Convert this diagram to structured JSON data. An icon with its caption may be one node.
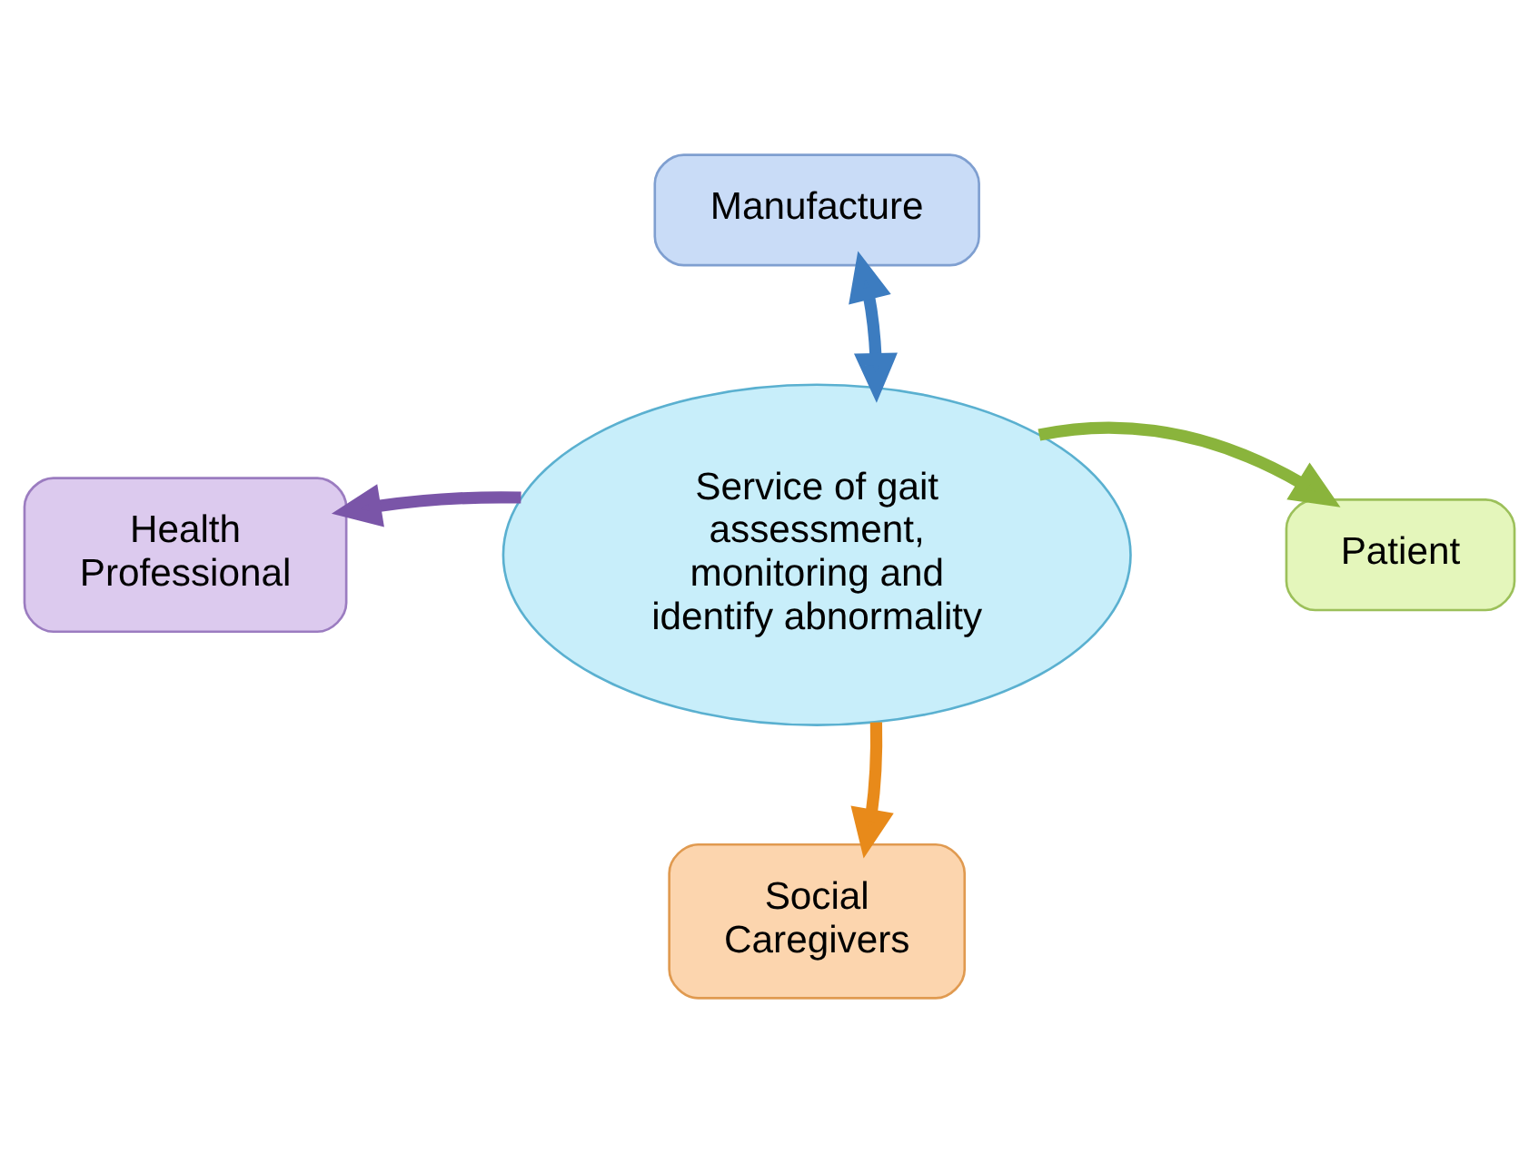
{
  "diagram": {
    "nodes": [
      {
        "text": [
          "Manufacture"
        ]
      },
      {
        "text": [
          "Service of gait assessment, monitoring and identify abnormality"
        ]
      },
      {
        "text": [
          "Health Professional"
        ]
      },
      {
        "text": [
          "Patient"
        ]
      },
      {
        "text": [
          "Social Caregivers"
        ]
      }
    ],
    "edges": [
      {
        "from": 0,
        "to": 1,
        "arrow": "both",
        "color": "#3c7cc0"
      },
      {
        "from": 1,
        "to": 2,
        "arrow": "to",
        "color": "#7a55a8"
      },
      {
        "from": 1,
        "to": 3,
        "arrow": "to",
        "color": "#8ab43c"
      },
      {
        "from": 1,
        "to": 4,
        "arrow": "to",
        "color": "#e88a1a"
      }
    ]
  }
}
